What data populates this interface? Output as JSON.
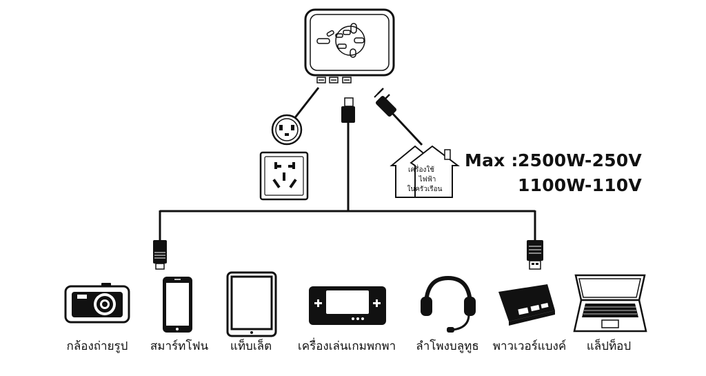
{
  "spec": {
    "max_label": "Max :",
    "line1": "2500W-250V",
    "line2": "1100W-110V"
  },
  "house_label": {
    "line1": "เครื่องใช้",
    "line2": "ไฟฟ้า",
    "line3": "ในครัวเรือน"
  },
  "devices": [
    {
      "label": "กล้องถ่ายรูป",
      "icon": "camera-icon"
    },
    {
      "label": "สมาร์ทโฟน",
      "icon": "smartphone-icon"
    },
    {
      "label": "แท็บเล็ต",
      "icon": "tablet-icon"
    },
    {
      "label": "เครื่องเล่นเกมพกพา",
      "icon": "handheld-console-icon"
    },
    {
      "label": "ลำโพงบลูทูธ",
      "icon": "headset-icon"
    },
    {
      "label": "พาวเวอร์แบงค์",
      "icon": "power-bank-icon"
    },
    {
      "label": "แล็ปท็อป",
      "icon": "laptop-icon"
    }
  ],
  "colors": {
    "line": "#111111",
    "background": "#ffffff"
  }
}
